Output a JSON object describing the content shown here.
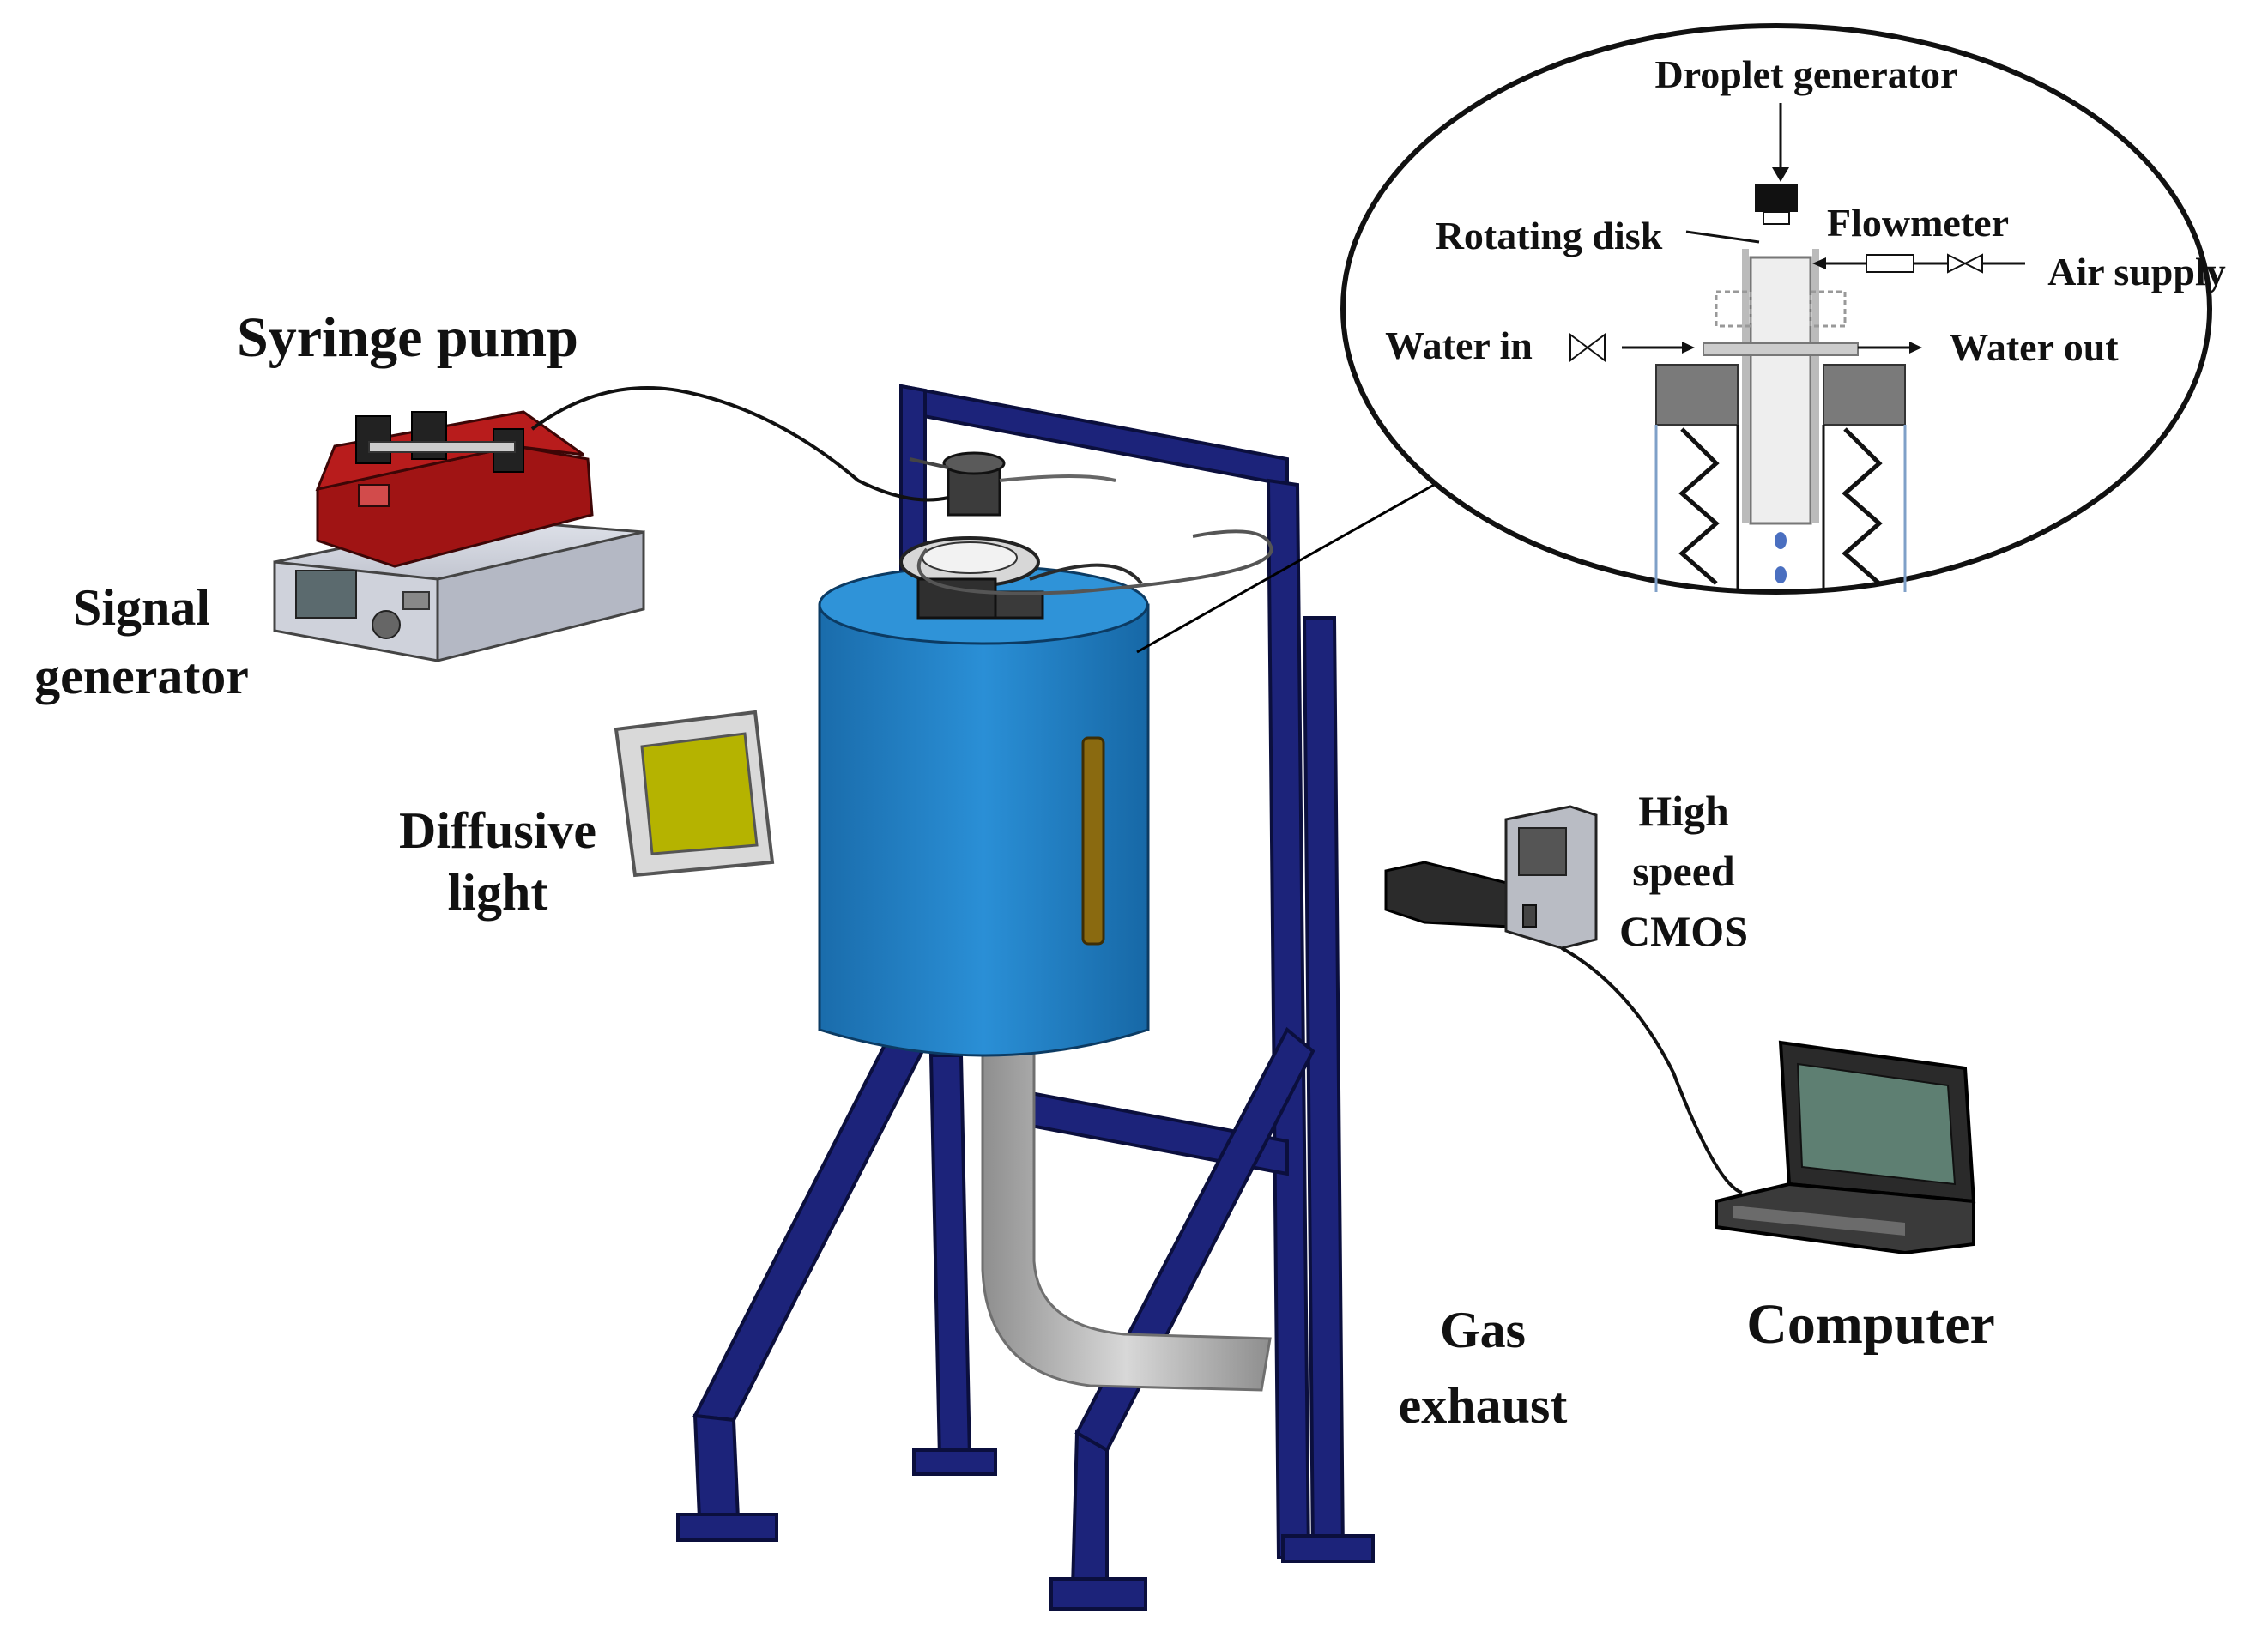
{
  "labels": {
    "syringe_pump": "Syringe pump",
    "signal_generator_1": "Signal",
    "signal_generator_2": "generator",
    "diffusive_light_1": "Diffusive",
    "diffusive_light_2": "light",
    "high_speed_1": "High",
    "high_speed_2": "speed",
    "high_speed_3": "CMOS",
    "computer": "Computer",
    "gas_exhaust_1": "Gas",
    "gas_exhaust_2": "exhaust"
  },
  "inset": {
    "droplet_generator": "Droplet generator",
    "rotating_disk": "Rotating disk",
    "flowmeter": "Flowmeter",
    "air_supply": "Air supply",
    "water_in": "Water in",
    "water_out": "Water out"
  },
  "colors": {
    "frame": "#1c237a",
    "tank": "#1f7fc4",
    "pump": "#a01414",
    "generator": "#c9ccd6",
    "light_panel": "#b5b300",
    "pipe": "#b8b8b8",
    "laptop": "#2a2a2a",
    "screen": "#5e7f72"
  }
}
